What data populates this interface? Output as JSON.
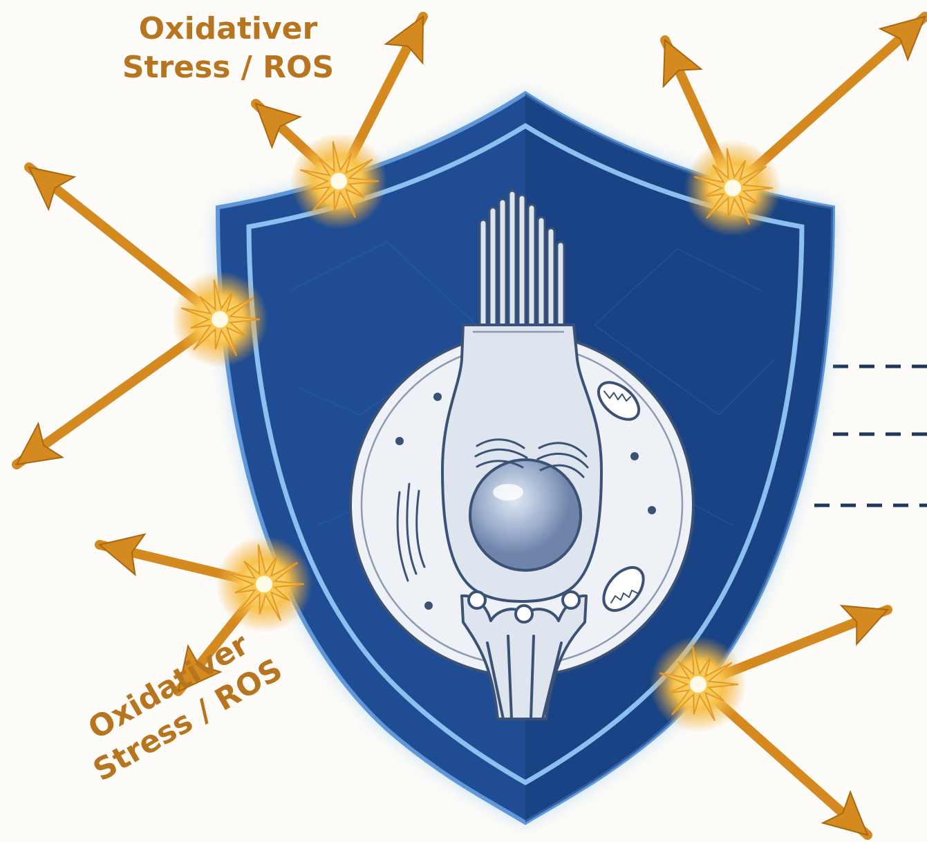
{
  "labels": {
    "top_line1": "Oxidativer",
    "top_line2": "Stress / ROS",
    "bottom_line1": "Oxidativer",
    "bottom_line2": "Stress / ROS"
  },
  "colors": {
    "background": "#fdfcf8",
    "shield_dark": "#163d7c",
    "shield_light": "#2a5aa3",
    "shield_edge": "#9ccaf3",
    "arrow": "#d58a1f",
    "label": "#b6751e",
    "cell_fill": "#eef1f6",
    "cell_stroke": "#3b5275",
    "nucleus": "#8ea3c6",
    "dashes": "#1f3760"
  },
  "icons": {
    "shield": "shield-icon",
    "hair_cell": "hair-cell-icon",
    "stress_arrow": "double-arrow-icon",
    "impact": "starburst-icon"
  }
}
